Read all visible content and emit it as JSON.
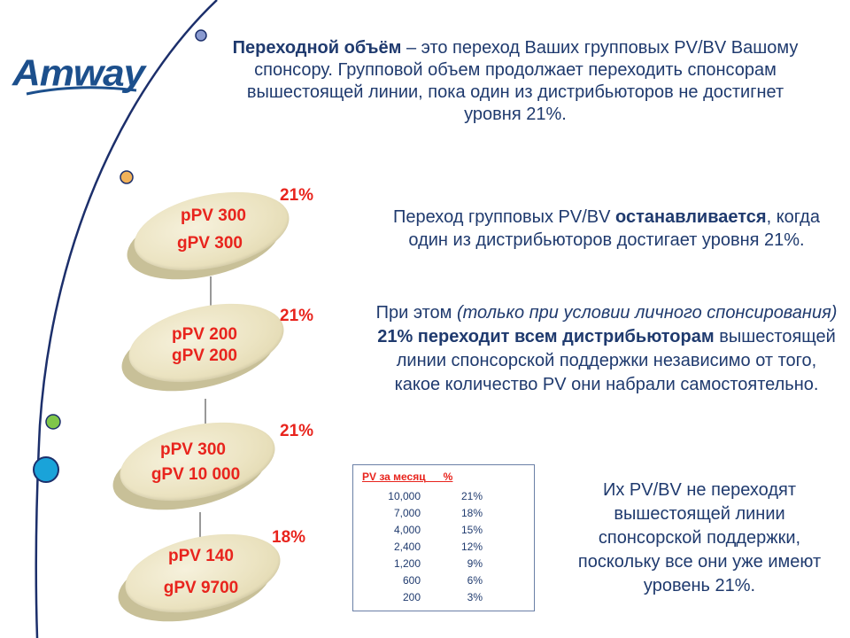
{
  "brand": {
    "logo_text": "Amway"
  },
  "intro": {
    "bold": "Переходной объём",
    "rest": " – это переход Ваших групповых PV/BV Вашому спонсору. Групповой объем продолжает переходить спонсорам вышестоящей линии, пока один из дистрибьюторов не достигнет уровня 21%."
  },
  "note1": {
    "a": "Переход групповых PV/BV ",
    "b": "останавливается",
    "c": ", когда один из дистрибьюторов достигает уровня 21%."
  },
  "note2": {
    "a": "При этом ",
    "b": "(только при условии личного спонсирования)",
    "c": " ",
    "d": "21% переходит всем дистрибьюторам",
    "e": " вышестоящей линии спонсорской поддержки независимо от того, какое количество PV они набрали самостоятельно."
  },
  "note3": "Их PV/BV не переходят вышестоящей линии спонсорской поддержки, поскольку все они уже имеют уровень 21%.",
  "discs": [
    {
      "p": "pPV 300",
      "g": "gPV 300",
      "pct": "21%"
    },
    {
      "p": "pPV 200",
      "g": "gPV 200",
      "pct": "21%"
    },
    {
      "p": "pPV 300",
      "g": "gPV 10 000",
      "pct": "21%"
    },
    {
      "p": "pPV 140",
      "g": "gPV 9700",
      "pct": "18%"
    }
  ],
  "table": {
    "col1_header": "PV за месяц",
    "col2_header": "%",
    "rows": [
      [
        "10,000",
        "21%"
      ],
      [
        "7,000",
        "18%"
      ],
      [
        "4,000",
        "15%"
      ],
      [
        "2,400",
        "12%"
      ],
      [
        "1,200",
        "9%"
      ],
      [
        "600",
        "6%"
      ],
      [
        "200",
        "3%"
      ]
    ]
  },
  "colors": {
    "accent_red": "#e8241d",
    "text_blue": "#1f3a6e",
    "arc_blue": "#1c2f6b",
    "dot_orange": "#f2b25a",
    "dot_green": "#7fc64a",
    "dot_cyan": "#1aa3d9",
    "dot_lavender": "#8a9ad0"
  }
}
